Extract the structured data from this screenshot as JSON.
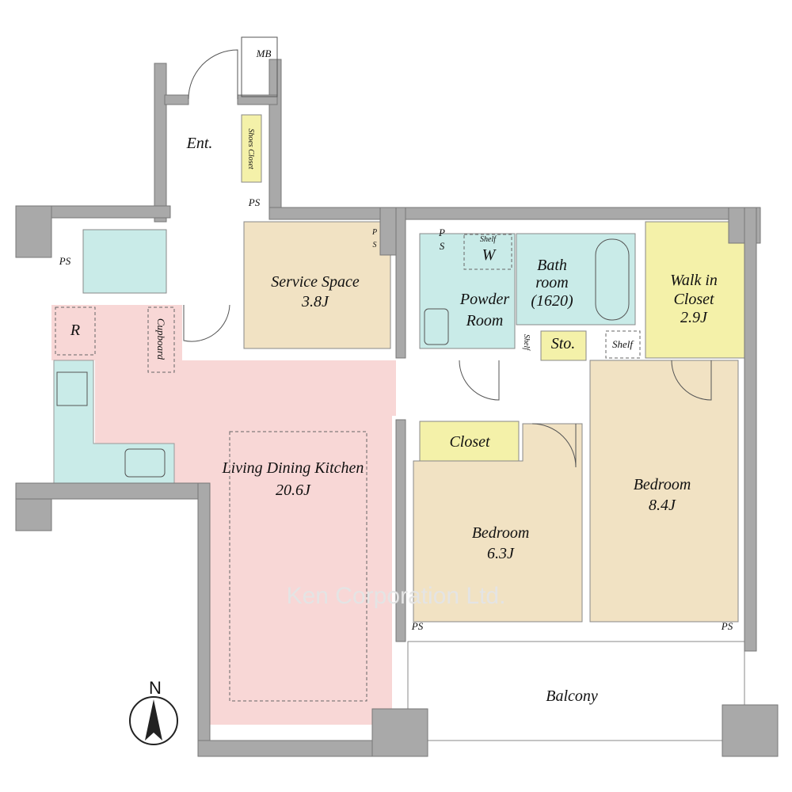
{
  "colors": {
    "ldk": "#f8d7d6",
    "tan": "#f1e2c3",
    "wet": "#c9ebe8",
    "yellow": "#f4f1a9",
    "wall": "#a9a9a9"
  },
  "labels": {
    "mb": "MB",
    "ent": "Ent.",
    "shoes_closet": "Shoes Closet",
    "ps": "PS",
    "ps_p": "P",
    "ps_s": "S",
    "refrigerator": "R",
    "cupboard": "Cupboard",
    "service_space": "Service Space",
    "service_space_size": "3.8J",
    "powder_room_1": "Powder",
    "powder_room_2": "Room",
    "washer": "W",
    "shelf": "Shelf",
    "bath_1": "Bath",
    "bath_2": "room",
    "bath_3": "(1620)",
    "sto": "Sto.",
    "wic_1": "Walk in",
    "wic_2": "Closet",
    "wic_size": "2.9J",
    "ldk": "Living Dining Kitchen",
    "ldk_size": "20.6J",
    "closet": "Closet",
    "bedroom": "Bedroom",
    "bedroom1_size": "6.3J",
    "bedroom2_size": "8.4J",
    "balcony": "Balcony",
    "north": "N",
    "watermark": "Ken Corporation Ltd."
  }
}
